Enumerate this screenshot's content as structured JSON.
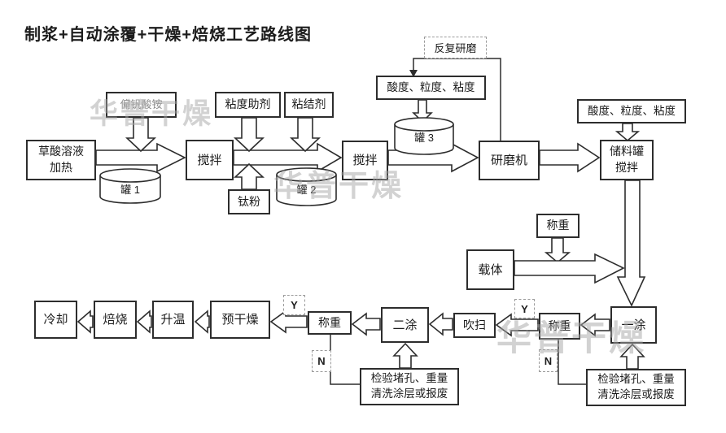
{
  "title": "制浆+自动涂覆+干燥+焙烧工艺路线图",
  "watermark": {
    "text": "华普干燥"
  },
  "nodes": {
    "ammonium_metavanadate": {
      "label": "偏钒酸铵"
    },
    "viscosity_aid": {
      "label": "粘度助剂"
    },
    "binder": {
      "label": "粘结剂"
    },
    "oxalic_acid_heating": {
      "label": "草酸溶液\n加热"
    },
    "stir1": {
      "label": "搅拌"
    },
    "stir2": {
      "label": "搅拌"
    },
    "titanium_powder": {
      "label": "钛粉"
    },
    "repeat_grinding": {
      "label": "反复研磨"
    },
    "check_acidity_1": {
      "label": "酸度、粒度、粘度"
    },
    "grinder": {
      "label": "研磨机"
    },
    "check_acidity_2": {
      "label": "酸度、粒度、粘度"
    },
    "storage_tank_stir": {
      "label": "储料罐\n搅拌"
    },
    "weighing_top": {
      "label": "称重"
    },
    "carrier": {
      "label": "载体"
    },
    "first_coating": {
      "label": "一涂"
    },
    "weighing_right": {
      "label": "称重"
    },
    "purge": {
      "label": "吹扫"
    },
    "second_coating": {
      "label": "二涂"
    },
    "weighing_left": {
      "label": "称重"
    },
    "pre_drying": {
      "label": "预干燥"
    },
    "heat_up": {
      "label": "升温"
    },
    "roasting": {
      "label": "焙烧"
    },
    "cooling": {
      "label": "冷却"
    },
    "inspection_1": {
      "label": "检验堵孔、重量\n清洗涂层或报废"
    },
    "inspection_2": {
      "label": "检验堵孔、重量\n清洗涂层或报废"
    },
    "tank1": {
      "label": "罐 1"
    },
    "tank2": {
      "label": "罐 2"
    },
    "tank3": {
      "label": "罐 3"
    },
    "yes_1": {
      "label": "Y"
    },
    "no_1": {
      "label": "N"
    },
    "yes_2": {
      "label": "Y"
    },
    "no_2": {
      "label": "N"
    }
  },
  "colors": {
    "line": "#2d2d2d",
    "watermark": "#a6a6a6",
    "dashed": "#9b9b9b"
  }
}
